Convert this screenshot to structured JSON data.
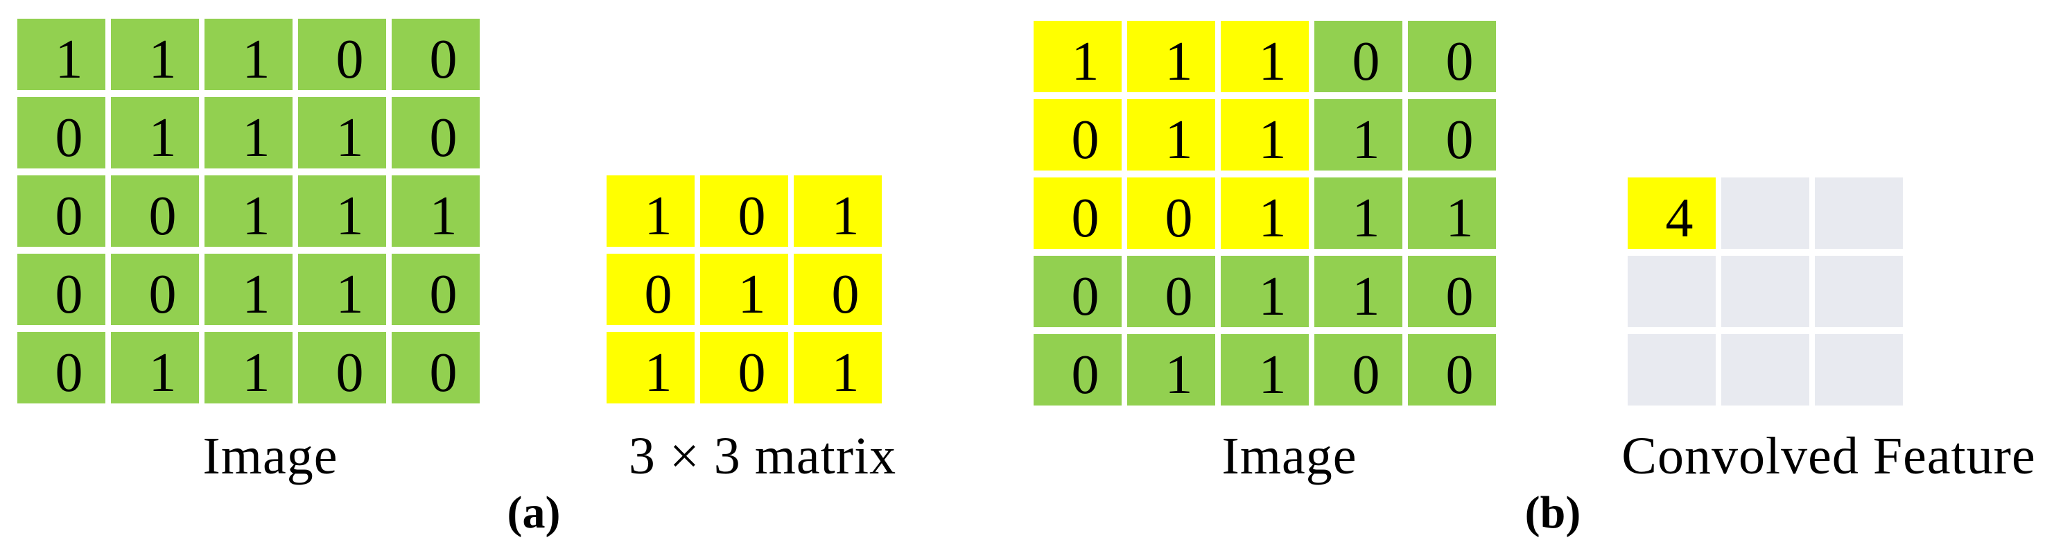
{
  "figure": {
    "colors": {
      "image_cell": "#92d050",
      "kernel_cell": "#ffff00",
      "highlight_cell": "#ffff00",
      "output_cell": "#e8eaf0",
      "text": "#000000",
      "background": "#ffffff"
    },
    "panel_a": {
      "tag": "(a)",
      "image": {
        "caption": "Image",
        "rows": 5,
        "cols": 5,
        "values": [
          [
            1,
            1,
            1,
            0,
            0
          ],
          [
            0,
            1,
            1,
            1,
            0
          ],
          [
            0,
            0,
            1,
            1,
            1
          ],
          [
            0,
            0,
            1,
            1,
            0
          ],
          [
            0,
            1,
            1,
            0,
            0
          ]
        ],
        "highlight": []
      },
      "kernel": {
        "caption": "3 × 3 matrix",
        "rows": 3,
        "cols": 3,
        "values": [
          [
            1,
            0,
            1
          ],
          [
            0,
            1,
            0
          ],
          [
            1,
            0,
            1
          ]
        ],
        "highlight": []
      }
    },
    "panel_b": {
      "tag": "(b)",
      "image": {
        "caption": "Image",
        "rows": 5,
        "cols": 5,
        "values": [
          [
            1,
            1,
            1,
            0,
            0
          ],
          [
            0,
            1,
            1,
            1,
            0
          ],
          [
            0,
            0,
            1,
            1,
            1
          ],
          [
            0,
            0,
            1,
            1,
            0
          ],
          [
            0,
            1,
            1,
            0,
            0
          ]
        ],
        "highlight": [
          [
            0,
            0
          ],
          [
            0,
            1
          ],
          [
            0,
            2
          ],
          [
            1,
            0
          ],
          [
            1,
            1
          ],
          [
            1,
            2
          ],
          [
            2,
            0
          ],
          [
            2,
            1
          ],
          [
            2,
            2
          ]
        ]
      },
      "output": {
        "caption": "Convolved Feature",
        "rows": 3,
        "cols": 3,
        "values": [
          [
            4,
            "",
            ""
          ],
          [
            "",
            "",
            ""
          ],
          [
            "",
            "",
            ""
          ]
        ],
        "highlight": [
          [
            0,
            0
          ]
        ]
      }
    }
  }
}
